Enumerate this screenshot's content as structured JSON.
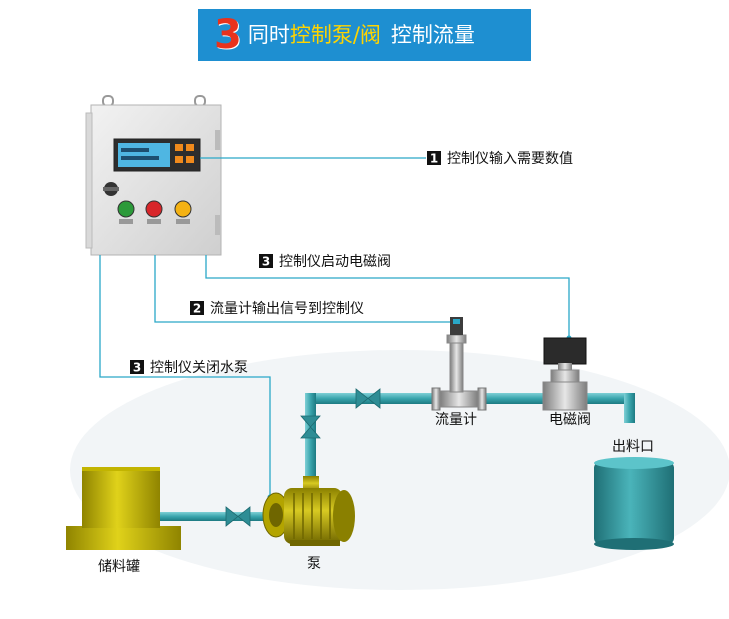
{
  "title": {
    "number": "3",
    "part1": "同时",
    "part2": "控制泵/阀",
    "part3": "控制流量"
  },
  "steps": {
    "s1": {
      "number": "1",
      "text": "控制仪输入需要数值"
    },
    "s3a": {
      "number": "3",
      "text": "控制仪启动电磁阀"
    },
    "s2": {
      "number": "2",
      "text": "流量计输出信号到控制仪"
    },
    "s3b": {
      "number": "3",
      "text": "控制仪关闭水泵"
    }
  },
  "labels": {
    "flowmeter": "流量计",
    "valve": "电磁阀",
    "outlet": "出料口",
    "tank": "储料罐",
    "pump": "泵"
  },
  "colors": {
    "banner": "#1e8fd1",
    "number_red": "#e8321d",
    "highlight_yellow": "#ffd400",
    "pipe": "#3aa5ad",
    "signal_line": "#2aa8c8",
    "tank": "#d4c400",
    "pump": "#c2b400",
    "outlet": "#2f9aa0"
  }
}
